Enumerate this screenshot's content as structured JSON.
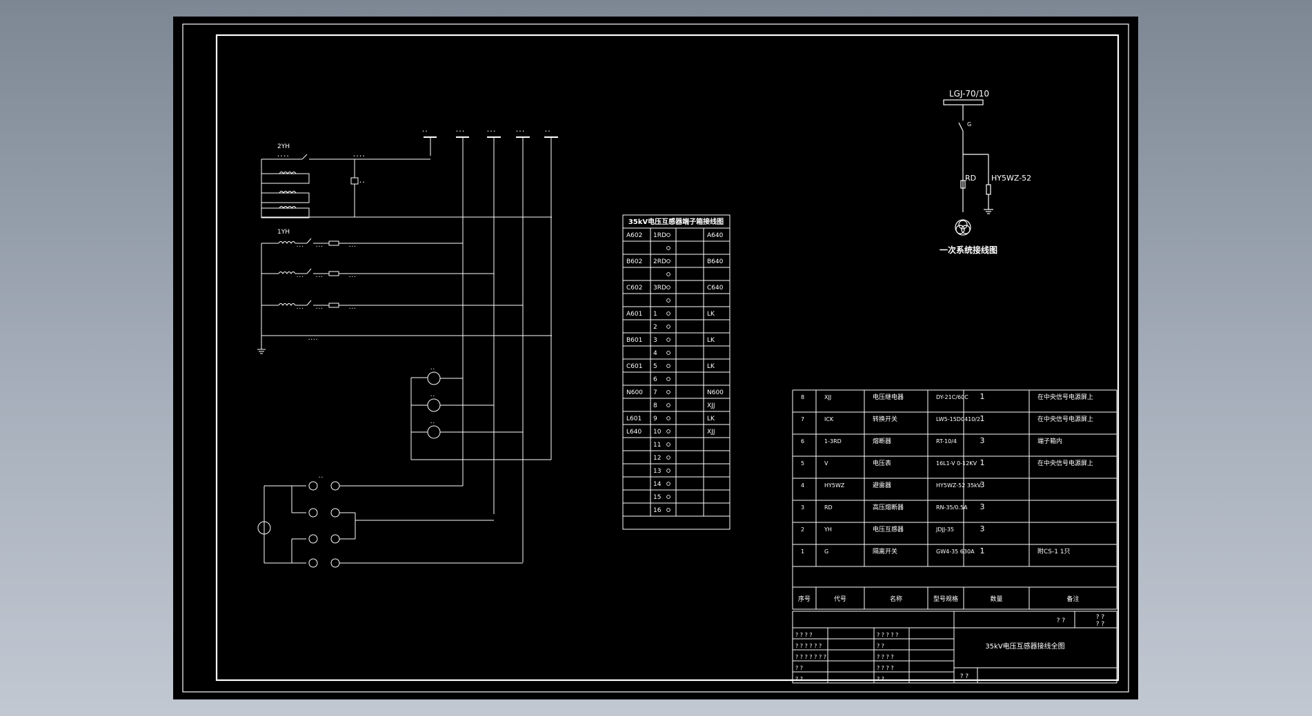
{
  "primary": {
    "conductor_label": "LGJ-70/10",
    "switch_label": "G",
    "fuse_label": "RD",
    "arrester_label": "HY5WZ-52",
    "title": "一次系统接线图"
  },
  "secondary": {
    "pt2_label": "2YH",
    "pt1_label": "1YH"
  },
  "terminal": {
    "title": "35kV电压互感器端子箱接线图",
    "rows": [
      {
        "l": "A602",
        "n": "1RD",
        "r": "A640"
      },
      {
        "l": "",
        "n": "",
        "r": ""
      },
      {
        "l": "B602",
        "n": "2RD",
        "r": "B640"
      },
      {
        "l": "",
        "n": "",
        "r": ""
      },
      {
        "l": "C602",
        "n": "3RD",
        "r": "C640"
      },
      {
        "l": "",
        "n": "",
        "r": ""
      },
      {
        "l": "A601",
        "n": "1",
        "r": "LK"
      },
      {
        "l": "",
        "n": "2",
        "r": ""
      },
      {
        "l": "B601",
        "n": "3",
        "r": "LK"
      },
      {
        "l": "",
        "n": "4",
        "r": ""
      },
      {
        "l": "C601",
        "n": "5",
        "r": "LK"
      },
      {
        "l": "",
        "n": "6",
        "r": ""
      },
      {
        "l": "N600",
        "n": "7",
        "r": "N600"
      },
      {
        "l": "",
        "n": "8",
        "r": "XJJ"
      },
      {
        "l": "L601",
        "n": "9",
        "r": "LK"
      },
      {
        "l": "L640",
        "n": "10",
        "r": "XJJ"
      },
      {
        "l": "",
        "n": "11",
        "r": ""
      },
      {
        "l": "",
        "n": "12",
        "r": ""
      },
      {
        "l": "",
        "n": "13",
        "r": ""
      },
      {
        "l": "",
        "n": "14",
        "r": ""
      },
      {
        "l": "",
        "n": "15",
        "r": ""
      },
      {
        "l": "",
        "n": "16",
        "r": ""
      }
    ]
  },
  "bom": {
    "headers": [
      "序号",
      "代号",
      "名称",
      "型号规格",
      "数量",
      "备注"
    ],
    "rows": [
      {
        "no": "8",
        "code": "XJJ",
        "name": "电压继电器",
        "model": "DY-21C/60C",
        "qty": "1",
        "note": "在中央信号电源屏上"
      },
      {
        "no": "7",
        "code": "ICK",
        "name": "转换开关",
        "model": "LW5-15D0410/2",
        "qty": "1",
        "note": "在中央信号电源屏上"
      },
      {
        "no": "6",
        "code": "1-3RD",
        "name": "熔断器",
        "model": "RT-10/4",
        "qty": "3",
        "note": "端子箱内"
      },
      {
        "no": "5",
        "code": "V",
        "name": "电压表",
        "model": "16L1-V 0-12KV",
        "qty": "1",
        "note": "在中央信号电源屏上"
      },
      {
        "no": "4",
        "code": "HY5WZ",
        "name": "避雷器",
        "model": "HY5WZ-52 35kV",
        "qty": "3",
        "note": ""
      },
      {
        "no": "3",
        "code": "RD",
        "name": "高压熔断器",
        "model": "RN-35/0.5A",
        "qty": "3",
        "note": ""
      },
      {
        "no": "2",
        "code": "YH",
        "name": "电压互感器",
        "model": "JDJJ-35",
        "qty": "3",
        "note": ""
      },
      {
        "no": "1",
        "code": "G",
        "name": "隔离开关",
        "model": "GW4-35 630A",
        "qty": "1",
        "note": "附CS-1 1只"
      }
    ]
  },
  "titleblock": {
    "drawing_title": "35kV电压互感器接线全图",
    "top_marks": "? ?",
    "corner_marks_1": "? ?",
    "corner_marks_2": "? ?",
    "bottom_marks": "? ?",
    "left_rows": [
      {
        "a": "? ? ? ?",
        "b": "? ? ? ? ?"
      },
      {
        "a": "? ? ? ? ? ?",
        "b": "?    ?"
      },
      {
        "a": "? ? ? ? ? ? ?",
        "b": "? ? ? ?"
      },
      {
        "a": "?    ?",
        "b": "? ? ? ?"
      },
      {
        "a": "?    ?",
        "b": "?    ?"
      }
    ]
  }
}
